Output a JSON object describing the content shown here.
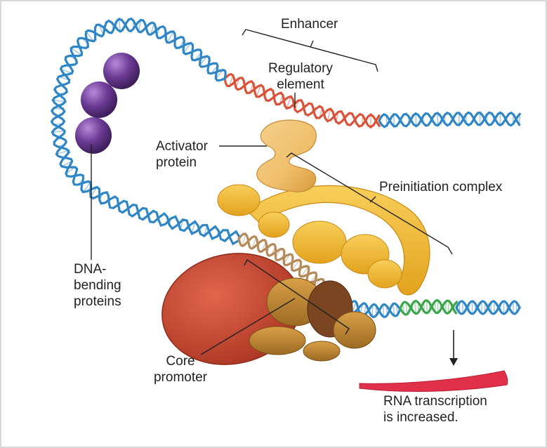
{
  "labels": {
    "enhancer": "Enhancer",
    "regulatory_element_line1": "Regulatory",
    "regulatory_element_line2": "element",
    "activator_line1": "Activator",
    "activator_line2": "protein",
    "preinitiation": "Preinitiation complex",
    "dna_bending_line1": "DNA-",
    "dna_bending_line2": "bending",
    "dna_bending_line3": "proteins",
    "core_promoter_line1": "Core",
    "core_promoter_line2": "promoter",
    "rna_line1": "RNA transcription",
    "rna_line2": "is increased."
  },
  "colors": {
    "dna_blue": "#2f86c6",
    "regulatory_red": "#d9533a",
    "gene_green": "#3aa64a",
    "promoter_tan": "#b58a5a",
    "activator": "#f0c070",
    "complex_yellow": "#f3b833",
    "rna_polymerase": "#c8432f",
    "bending_protein": "#6b3a94",
    "rna_strand": "#e0304a"
  }
}
